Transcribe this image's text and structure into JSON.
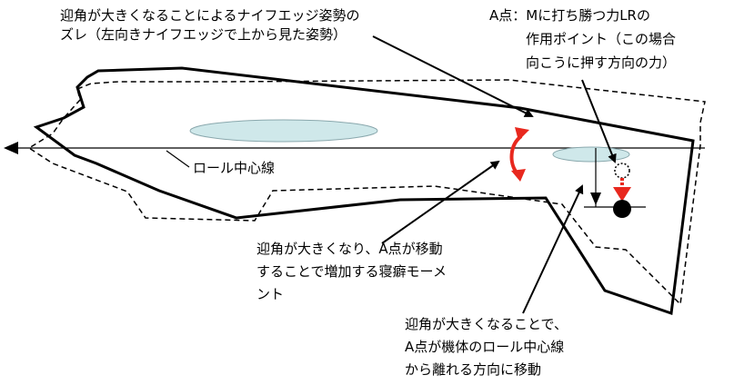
{
  "labels": {
    "top_left_line1": "迎角が大きくなることによるナイフエッジ姿勢の",
    "top_left_line2": "ズレ（左向きナイフエッジで上から見た姿勢）",
    "top_right_line1": "A点：Mに打ち勝つ力LRの",
    "top_right_line2": "作用ポイント（この場合",
    "top_right_line3": "向こうに押す方向の力）",
    "roll_axis": "ロール中心線",
    "middle_line1": "迎角が大きくなり、A点が移動",
    "middle_line2": "することで増加する寝癖モーメ",
    "middle_line3": "ント",
    "bottom_line1": "迎角が大きくなることで、",
    "bottom_line2": "A点が機体のロール中心線",
    "bottom_line3": "から離れる方向に移動"
  },
  "colors": {
    "stroke": "#000000",
    "ellipse_fill": "#cfe8ea",
    "ellipse_stroke": "#8aa8ad",
    "moment_arrow": "#e8281e",
    "force_arrow": "#e8281e"
  }
}
